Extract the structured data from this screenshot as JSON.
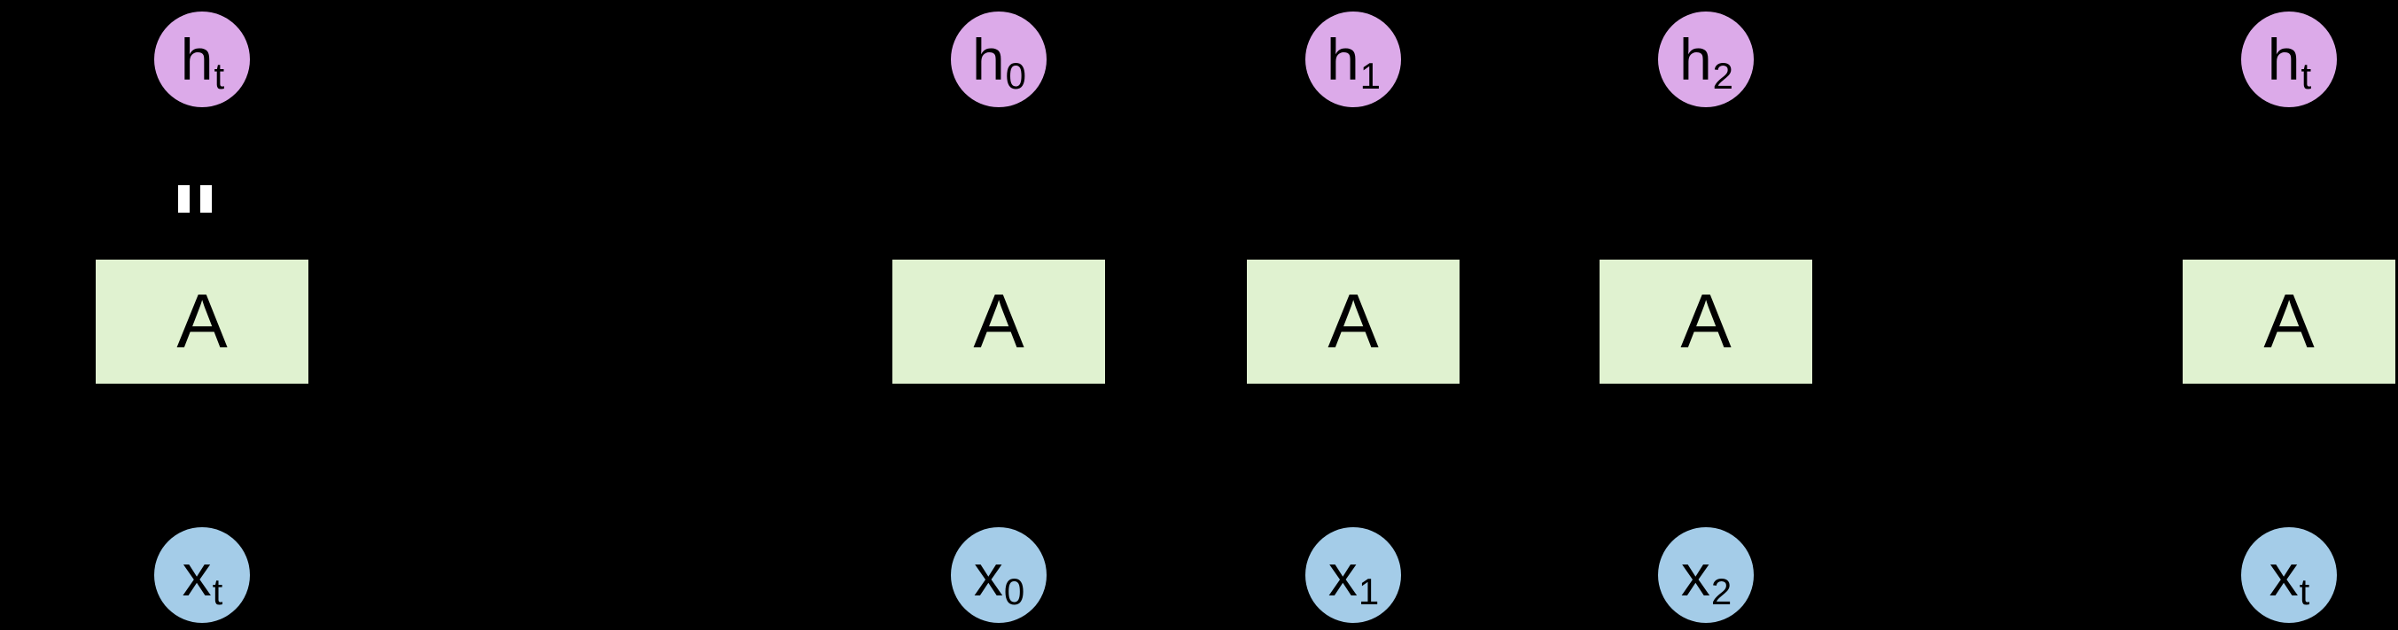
{
  "figure": {
    "type": "diagram",
    "subject": "recurrent-neural-network-unrolled",
    "background_color": "#000000",
    "colors": {
      "hidden_state_fill": "#dcaae9",
      "input_fill": "#a4cce8",
      "cell_fill": "#e0f2d0",
      "text": "#000000",
      "equals_sign": "#ffffff",
      "edge": "#000000"
    }
  },
  "equals_sign": {
    "label": "=",
    "name": "equals-sign"
  },
  "folded": {
    "name": "folded-rnn",
    "hidden": {
      "base": "h",
      "sub": "t"
    },
    "cell": {
      "label": "A"
    },
    "input": {
      "base": "x",
      "sub": "t"
    }
  },
  "unrolled": {
    "name": "unrolled-rnn",
    "steps": [
      {
        "index": 0,
        "hidden": {
          "base": "h",
          "sub": "0"
        },
        "cell": {
          "label": "A"
        },
        "input": {
          "base": "x",
          "sub": "0"
        }
      },
      {
        "index": 1,
        "hidden": {
          "base": "h",
          "sub": "1"
        },
        "cell": {
          "label": "A"
        },
        "input": {
          "base": "x",
          "sub": "1"
        }
      },
      {
        "index": 2,
        "hidden": {
          "base": "h",
          "sub": "2"
        },
        "cell": {
          "label": "A"
        },
        "input": {
          "base": "x",
          "sub": "2"
        }
      },
      {
        "index": 3,
        "hidden": {
          "base": "h",
          "sub": "t"
        },
        "cell": {
          "label": "A"
        },
        "input": {
          "base": "x",
          "sub": "t"
        }
      }
    ]
  }
}
